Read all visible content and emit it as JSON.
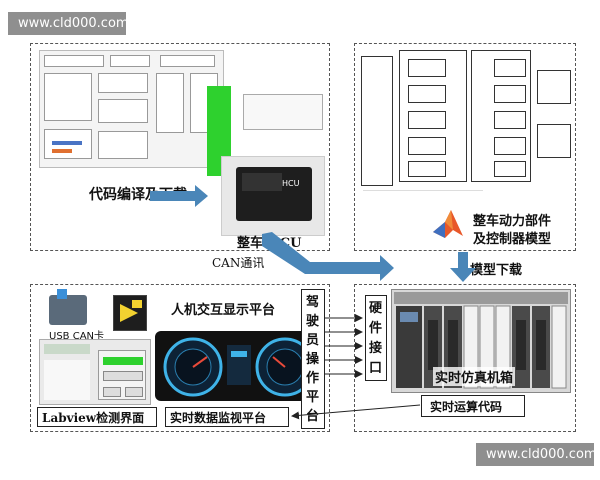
{
  "watermark_top": "www.cld000.com",
  "watermark_bottom": "www.cld000.com",
  "labels": {
    "code_compile": "代码编译及下载",
    "hcu": "整车 HCU",
    "can_comm": "CAN通讯",
    "vehicle_model_line1": "整车动力部件",
    "vehicle_model_line2": "及控制器模型",
    "model_download": "模型下载",
    "hmi_platform": "人机交互显示平台",
    "usb_can": "USB CAN卡",
    "driver_op_chars": [
      "驾",
      "驶",
      "员",
      "操",
      "作",
      "平",
      "台"
    ],
    "hardware_if_chars": [
      "硬",
      "件",
      "接",
      "口"
    ],
    "realtime_box": "实时仿真机箱",
    "labview_ui": "Labview检测界面",
    "monitor_platform": "实时数据监视平台",
    "realtime_code": "实时运算代码",
    "hcu_chip": "HCU"
  },
  "colors": {
    "arrow_blue": "#4a86b8",
    "green_bar": "#2ed12e",
    "watermark_bg": "#8f8f8f"
  }
}
